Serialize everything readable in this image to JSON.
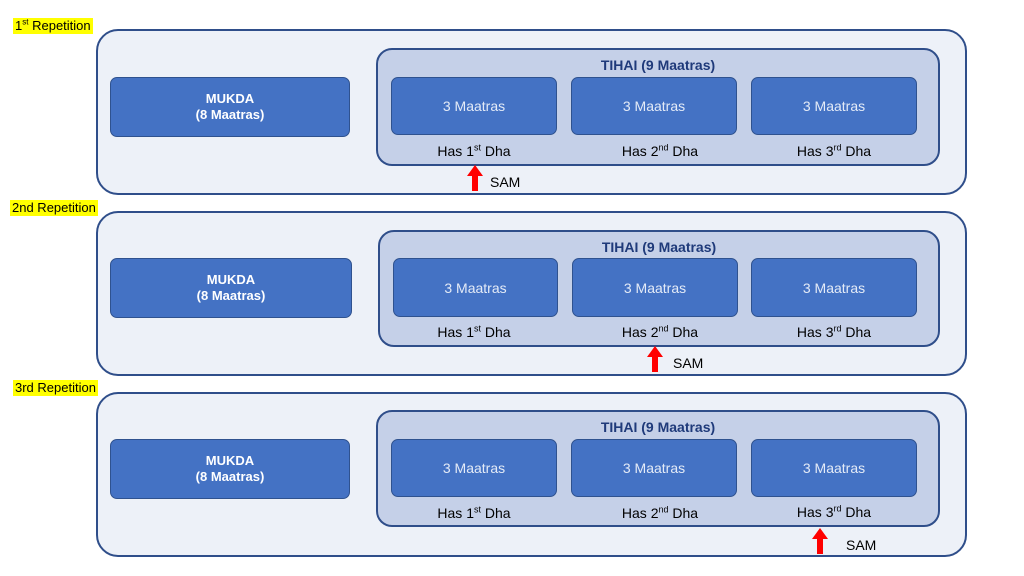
{
  "repetitions": [
    {
      "label": "Repetition",
      "ordinal": "1",
      "suffix": "st",
      "mukda": {
        "line1": "MUKDA",
        "line2": "(8 Maatras)"
      },
      "sam_under": 1
    },
    {
      "label": "2nd Repetition",
      "mukda": {
        "line1": "MUKDA",
        "line2": "(8 Maatras)"
      },
      "sam_under": 2
    },
    {
      "label": "3rd Repetition",
      "mukda": {
        "line1": "MUKDA",
        "line2": "(8 Maatras)"
      },
      "sam_under": 3
    }
  ],
  "tihai": {
    "title": "TIHAI (9 Maatras)",
    "box_label": "3 Maatras",
    "dha": [
      {
        "prefix": "Has",
        "ordinal": "1",
        "suffix": "st",
        "word": "Dha"
      },
      {
        "prefix": "Has",
        "ordinal": "2",
        "suffix": "nd",
        "word": "Dha"
      },
      {
        "prefix": "Has",
        "ordinal": "3",
        "suffix": "rd",
        "word": "Dha"
      }
    ]
  },
  "sam_label": "SAM",
  "colors": {
    "outer_fill": "#edf1f8",
    "outer_border": "#2f4e8a",
    "tihai_fill": "#c5d0e8",
    "box_fill": "#4472c4",
    "title_text": "#1f3a7a",
    "highlight": "#ffff00",
    "arrow": "#ff0000"
  }
}
